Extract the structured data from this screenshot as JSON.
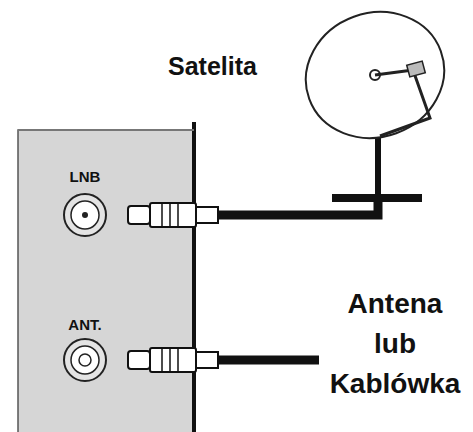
{
  "diagram": {
    "nodes": [
      {
        "text": [
          "LNB"
        ]
      },
      {
        "text": [
          "ANT."
        ]
      },
      {
        "text": [
          "Satelita"
        ]
      },
      {
        "text": [
          "Antena lub Kablówka"
        ]
      }
    ],
    "edges": [
      {
        "from": 0,
        "to": 2,
        "arrow": "none"
      },
      {
        "from": 1,
        "to": 3,
        "arrow": "none"
      }
    ]
  }
}
